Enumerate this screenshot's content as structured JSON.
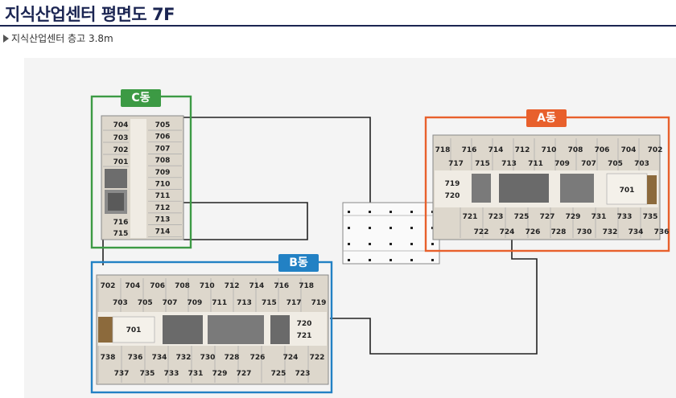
{
  "header": {
    "title": "지식산업센터 평면도 7F",
    "subtitle": "지식산업센터 층고 3.8m"
  },
  "colors": {
    "title": "#1b2552",
    "blockA": "#e8602c",
    "blockB": "#2281c4",
    "blockC": "#3c9a44"
  },
  "blocks": {
    "c": {
      "label": "C동"
    },
    "a": {
      "label": "A동"
    },
    "b": {
      "label": "B동"
    }
  },
  "rooms": {
    "c_left": [
      "704",
      "703",
      "702",
      "701",
      "716",
      "715"
    ],
    "c_right": [
      "705",
      "706",
      "707",
      "708",
      "709",
      "710",
      "711",
      "712",
      "713",
      "714"
    ],
    "a_top": [
      "718",
      "717",
      "716",
      "715",
      "714",
      "713",
      "712",
      "711",
      "710",
      "709",
      "708",
      "707",
      "706",
      "705",
      "704",
      "703",
      "702"
    ],
    "a_mid": [
      "719",
      "720",
      "701"
    ],
    "a_bottom": [
      "721",
      "722",
      "723",
      "724",
      "725",
      "726",
      "727",
      "728",
      "729",
      "730",
      "731",
      "732",
      "733",
      "734",
      "735",
      "736"
    ],
    "b_top": [
      "702",
      "703",
      "704",
      "705",
      "706",
      "707",
      "708",
      "709",
      "710",
      "711",
      "712",
      "713",
      "714",
      "715",
      "716",
      "717",
      "718",
      "719"
    ],
    "b_mid": [
      "701",
      "720",
      "721"
    ],
    "b_bottom": [
      "738",
      "737",
      "736",
      "735",
      "734",
      "733",
      "732",
      "731",
      "730",
      "729",
      "728",
      "727",
      "726",
      "725",
      "724",
      "723",
      "722"
    ]
  }
}
